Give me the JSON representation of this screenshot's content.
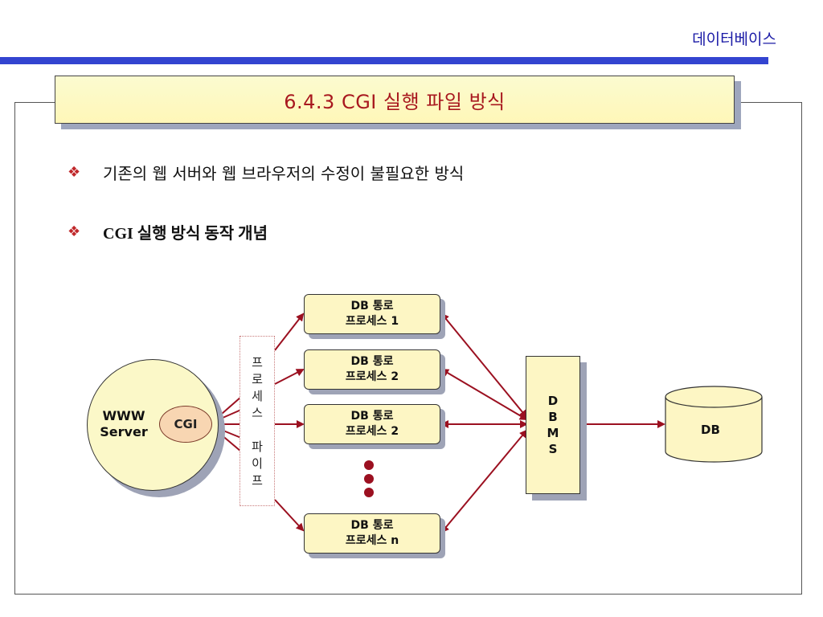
{
  "header": {
    "label": "데이터베이스"
  },
  "title": "6.4.3  CGI 실행 파일 방식",
  "bullets": [
    "기존의 웹 서버와 웹 브라우저의 수정이 불필요한 방식",
    "CGI 실행 방식 동작 개념"
  ],
  "bullet_icon": "diamond-bullet-icon",
  "diagram": {
    "server": {
      "line1": "WWW",
      "line2": "Server"
    },
    "cgi": "CGI",
    "pipe": [
      "프",
      "로",
      "세",
      "스",
      "",
      "파",
      "이",
      "프"
    ],
    "processes": [
      {
        "line1": "DB 통로",
        "line2": "프로세스 1"
      },
      {
        "line1": "DB 통로",
        "line2": "프로세스 2"
      },
      {
        "line1": "DB 통로",
        "line2": "프로세스 2"
      },
      {
        "line1": "DB 통로",
        "line2": "프로세스 n"
      }
    ],
    "dbms": [
      "D",
      "B",
      "M",
      "S"
    ],
    "db": "DB"
  },
  "colors": {
    "accent_bar": "#3344d0",
    "title_text": "#a8181f",
    "arrow": "#9b1020",
    "box_fill": "#fdf6c4"
  }
}
